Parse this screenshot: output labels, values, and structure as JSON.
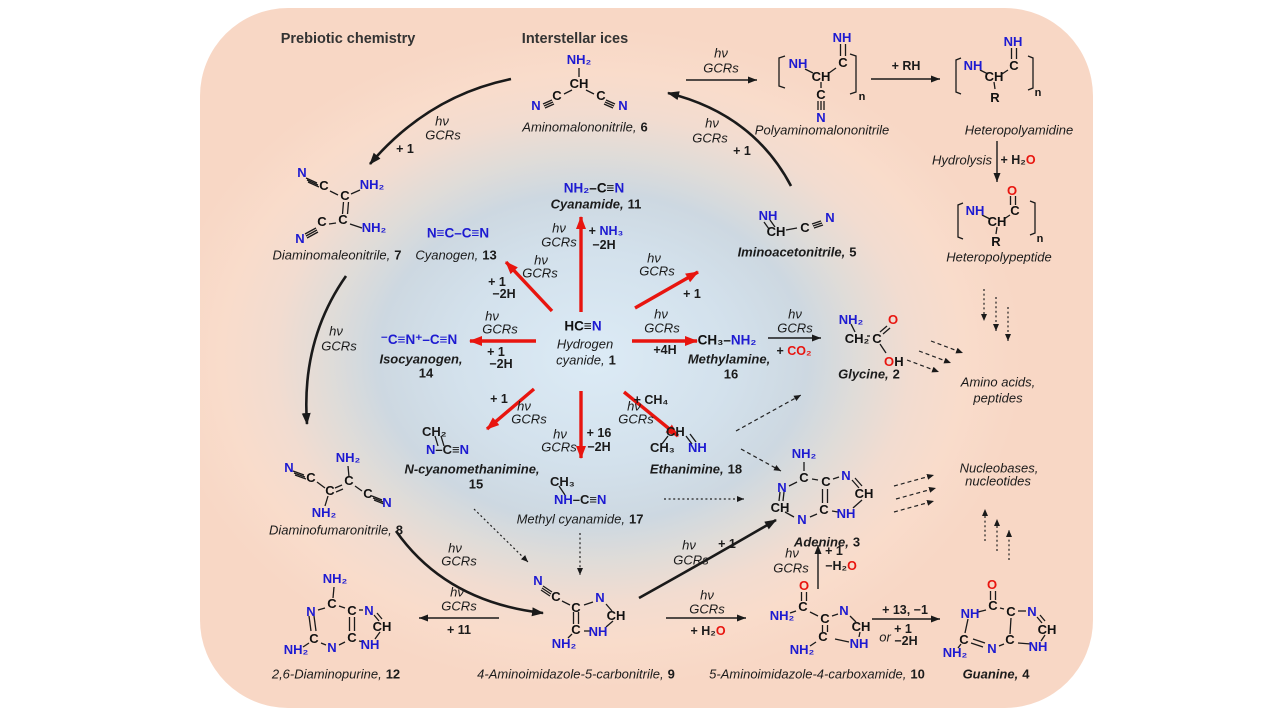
{
  "header": {
    "prebiotic": "Prebiotic chemistry",
    "interstellar": "Interstellar ices"
  },
  "rx": {
    "hv": "hν",
    "gcrs": "GCRs"
  },
  "cond": {
    "p1": "+ 1",
    "m2h": "−2H",
    "p4h": "+4H",
    "p16": "+ 16",
    "p11": "+ 11",
    "p13m1": "+ 13, −1",
    "or": "or",
    "plus": "+",
    "nh3": "NH₃",
    "pch4": "+ CH₄",
    "pco": "+ ",
    "co2": "CO₂",
    "prh": "+ RH",
    "ph2": "+ H₂",
    "mh2": "−H₂",
    "o": "O",
    "hydrolysis": "Hydrolysis"
  },
  "terms": {
    "amino1": "Amino acids,",
    "amino2": "peptides",
    "nuc1": "Nucleobases,",
    "nuc2": "nucleotides"
  },
  "molecules": {
    "m1": {
      "fk": "HC≡",
      "fb": "N",
      "name1": "Hydrogen",
      "name2": "cyanide,",
      "num": "1"
    },
    "m2": {
      "nh2": "NH₂",
      "ch2": "CH₂",
      "c": "C",
      "o1": "O",
      "o2": "O",
      "h": "H",
      "name": "Glycine,",
      "num": "2"
    },
    "m3": {
      "nh2": "NH₂",
      "c6": "C",
      "n1": "N",
      "c2": "CH",
      "n3": "N",
      "c4": "C",
      "c5": "C",
      "n7": "N",
      "c8": "CH",
      "n9": "NH",
      "name": "Adenine,",
      "num": "3"
    },
    "m4": {
      "o": "O",
      "c6": "C",
      "n1": "NH",
      "c2": "C",
      "nh2": "NH₂",
      "n3": "N",
      "c4": "C",
      "c5": "C",
      "n7": "N",
      "c8": "CH",
      "n9": "NH",
      "name": "Guanine,",
      "num": "4"
    },
    "m5": {
      "nh": "NH",
      "ch": "CH",
      "c": "C",
      "n": "N",
      "name": "Iminoacetonitrile,",
      "num": "5"
    },
    "m6": {
      "nh2": "NH₂",
      "ch": "CH",
      "cl": "C",
      "nl": "N",
      "cr": "C",
      "nr": "N",
      "name": "Aminomalononitrile,",
      "num": "6"
    },
    "m7": {
      "n1": "N",
      "c1": "C",
      "ct": "C",
      "nh2a": "NH₂",
      "cb": "C",
      "nh2b": "NH₂",
      "c2": "C",
      "n2": "N",
      "name": "Diaminomaleonitrile,",
      "num": "7"
    },
    "m8": {
      "nh2t": "NH₂",
      "n1": "N",
      "c1": "C",
      "cl": "C",
      "cu": "C",
      "c2": "C",
      "n2": "N",
      "nh2b": "NH₂",
      "name": "Diaminofumaronitrile,",
      "num": "8"
    },
    "m9": {
      "n": "N",
      "c": "C",
      "c5": "C",
      "n3": "N",
      "c2": "CH",
      "n1": "NH",
      "c4": "C",
      "nh2": "NH₂",
      "name": "4-Aminoimidazole-5-carbonitrile,",
      "num": "9"
    },
    "m10": {
      "o": "O",
      "c": "C",
      "nh2a": "NH₂",
      "c4": "C",
      "n3": "N",
      "c2": "CH",
      "n1": "NH",
      "c5": "C",
      "nh2b": "NH₂",
      "name": "5-Aminoimidazole-4-carboxamide,",
      "num": "10"
    },
    "m11": {
      "f1": "NH₂",
      "f2": "–C≡",
      "f3": "N",
      "name": "Cyanamide,",
      "num": "11"
    },
    "m12": {
      "nh2a": "NH₂",
      "c6": "C",
      "n1": "N",
      "c2": "C",
      "nh2b": "NH₂",
      "n3": "N",
      "c4": "C",
      "c5": "C",
      "n7": "N",
      "c8": "CH",
      "n9": "NH",
      "name": "2,6-Diaminopurine,",
      "num": "12"
    },
    "m13": {
      "formula": "N≡C–C≡N",
      "name": "Cyanogen,",
      "num": "13"
    },
    "m14": {
      "formula": "⁻C≡N⁺–C≡N",
      "name": "Isocyanogen,",
      "num": "14"
    },
    "m15": {
      "ch2": "CH₂",
      "f1": "N",
      "f2": "–C≡",
      "f3": "N",
      "name": "N-cyanomethanimine,",
      "num": "15"
    },
    "m16": {
      "f1": "CH₃–",
      "f2": "NH₂",
      "name": "Methylamine,",
      "num": "16"
    },
    "m17": {
      "ch3": "CH₃",
      "f1": "NH",
      "f2": "–C≡",
      "f3": "N",
      "name": "Methyl cyanamide,",
      "num": "17"
    },
    "m18": {
      "ch": "CH",
      "ch3": "CH₃",
      "nh": "NH",
      "name": "Ethanimine,",
      "num": "18"
    },
    "poly": {
      "nht": "NH",
      "c": "C",
      "nh": "NH",
      "ch": "CH",
      "c2": "C",
      "n": "N",
      "sub": "n",
      "name": "Polyaminomalononitrile"
    },
    "amidine": {
      "nht": "NH",
      "c": "C",
      "nh": "NH",
      "ch": "CH",
      "r": "R",
      "sub": "n",
      "name": "Heteropolyamidine"
    },
    "peptide": {
      "o": "O",
      "c": "C",
      "nh": "NH",
      "ch": "CH",
      "r": "R",
      "sub": "n",
      "name": "Heteropolypeptide"
    }
  }
}
